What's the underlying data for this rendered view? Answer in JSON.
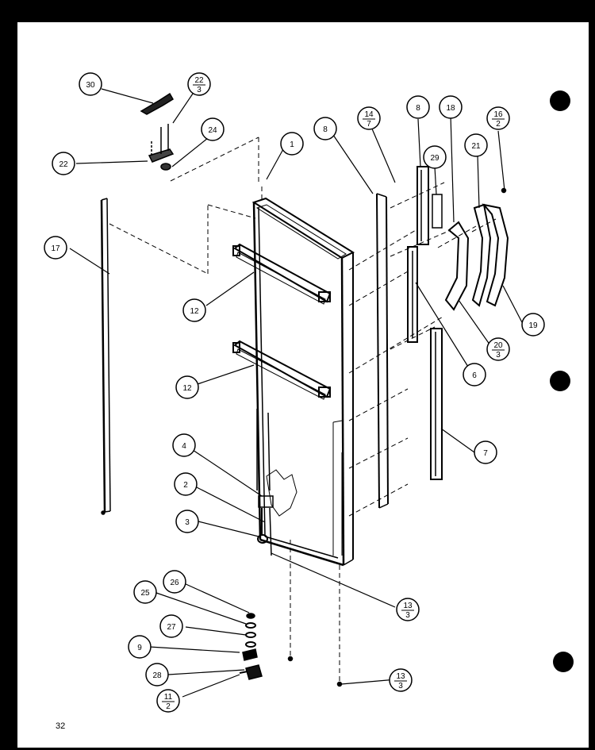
{
  "page_number": "32",
  "colors": {
    "ink": "#000000",
    "paper": "#ffffff",
    "background": "#000000"
  },
  "callouts": [
    {
      "id": "c30",
      "num": "30"
    },
    {
      "id": "c22-3",
      "num": "22",
      "den": "3"
    },
    {
      "id": "c22",
      "num": "22"
    },
    {
      "id": "c24",
      "num": "24"
    },
    {
      "id": "c1",
      "num": "1"
    },
    {
      "id": "c8a",
      "num": "8"
    },
    {
      "id": "c14-7",
      "num": "14",
      "den": "7"
    },
    {
      "id": "c8b",
      "num": "8"
    },
    {
      "id": "c18",
      "num": "18"
    },
    {
      "id": "c16-2",
      "num": "16",
      "den": "2"
    },
    {
      "id": "c29",
      "num": "29"
    },
    {
      "id": "c21",
      "num": "21"
    },
    {
      "id": "c17",
      "num": "17"
    },
    {
      "id": "c12a",
      "num": "12"
    },
    {
      "id": "c19",
      "num": "19"
    },
    {
      "id": "c20-3",
      "num": "20",
      "den": "3"
    },
    {
      "id": "c6",
      "num": "6"
    },
    {
      "id": "c12b",
      "num": "12"
    },
    {
      "id": "c7",
      "num": "7"
    },
    {
      "id": "c4",
      "num": "4"
    },
    {
      "id": "c2",
      "num": "2"
    },
    {
      "id": "c3",
      "num": "3"
    },
    {
      "id": "c13-3a",
      "num": "13",
      "den": "3"
    },
    {
      "id": "c26",
      "num": "26"
    },
    {
      "id": "c25",
      "num": "25"
    },
    {
      "id": "c27",
      "num": "27"
    },
    {
      "id": "c9",
      "num": "9"
    },
    {
      "id": "c28",
      "num": "28"
    },
    {
      "id": "c11-2",
      "num": "11",
      "den": "2"
    },
    {
      "id": "c13-3b",
      "num": "13",
      "den": "3"
    }
  ]
}
